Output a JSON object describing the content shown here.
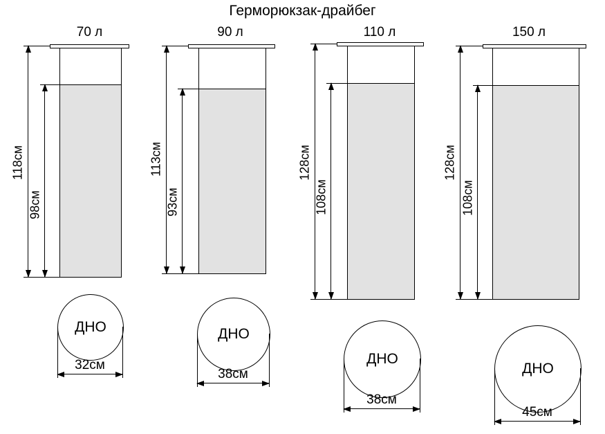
{
  "title": "Герморюкзак-драйбег",
  "bottom_label": "ДНО",
  "bags": [
    {
      "size": "70 л",
      "total_height": "118см",
      "body_height": "98см",
      "bottom_diameter": "32см"
    },
    {
      "size": "90 л",
      "total_height": "113см",
      "body_height": "93см",
      "bottom_diameter": "38см"
    },
    {
      "size": "110 л",
      "total_height": "128см",
      "body_height": "108см",
      "bottom_diameter": "38см"
    },
    {
      "size": "150 л",
      "total_height": "128см",
      "body_height": "108см",
      "bottom_diameter": "45см"
    }
  ],
  "colors": {
    "fill": "#e2e2e2",
    "line": "#000000"
  }
}
